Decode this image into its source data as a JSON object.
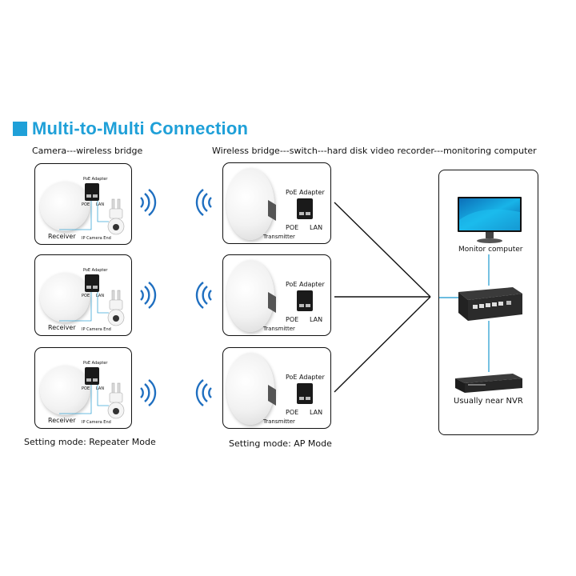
{
  "title": "Multi-to-Multi Connection",
  "captions": {
    "left_top": "Camera---wireless bridge",
    "right_top": "Wireless bridge---switch---hard disk video recorder---monitoring computer",
    "left_bottom": "Setting mode: Repeater Mode",
    "middle_bottom": "Setting mode: AP Mode"
  },
  "receiver_panels": [
    {
      "adapter_label": "PoE Adapter",
      "poe": "POE",
      "lan": "LAN",
      "device": "Receiver",
      "camera": "IP Camera End"
    },
    {
      "adapter_label": "PoE Adapter",
      "poe": "POE",
      "lan": "LAN",
      "device": "Receiver",
      "camera": "IP Camera End"
    },
    {
      "adapter_label": "PoE Adapter",
      "poe": "POE",
      "lan": "LAN",
      "device": "Receiver",
      "camera": "IP Camera End"
    }
  ],
  "transmitter_panels": [
    {
      "adapter_label": "PoE Adapter",
      "poe": "POE",
      "lan": "LAN",
      "device": "Transmitter"
    },
    {
      "adapter_label": "PoE Adapter",
      "poe": "POE",
      "lan": "LAN",
      "device": "Transmitter"
    },
    {
      "adapter_label": "PoE Adapter",
      "poe": "POE",
      "lan": "LAN",
      "device": "Transmitter"
    }
  ],
  "nvr_side": {
    "monitor_label": "Monitor computer",
    "nvr_label": "Usually near NVR"
  },
  "colors": {
    "accent": "#1fa0d8",
    "cable": "#3ba6d6",
    "signal": "#1f6fc0"
  },
  "icons": [
    "wifi-signal-icon",
    "monitor-icon",
    "switch-icon",
    "nvr-icon",
    "ip-camera-icon",
    "poe-adapter-icon",
    "wireless-bridge-icon"
  ]
}
